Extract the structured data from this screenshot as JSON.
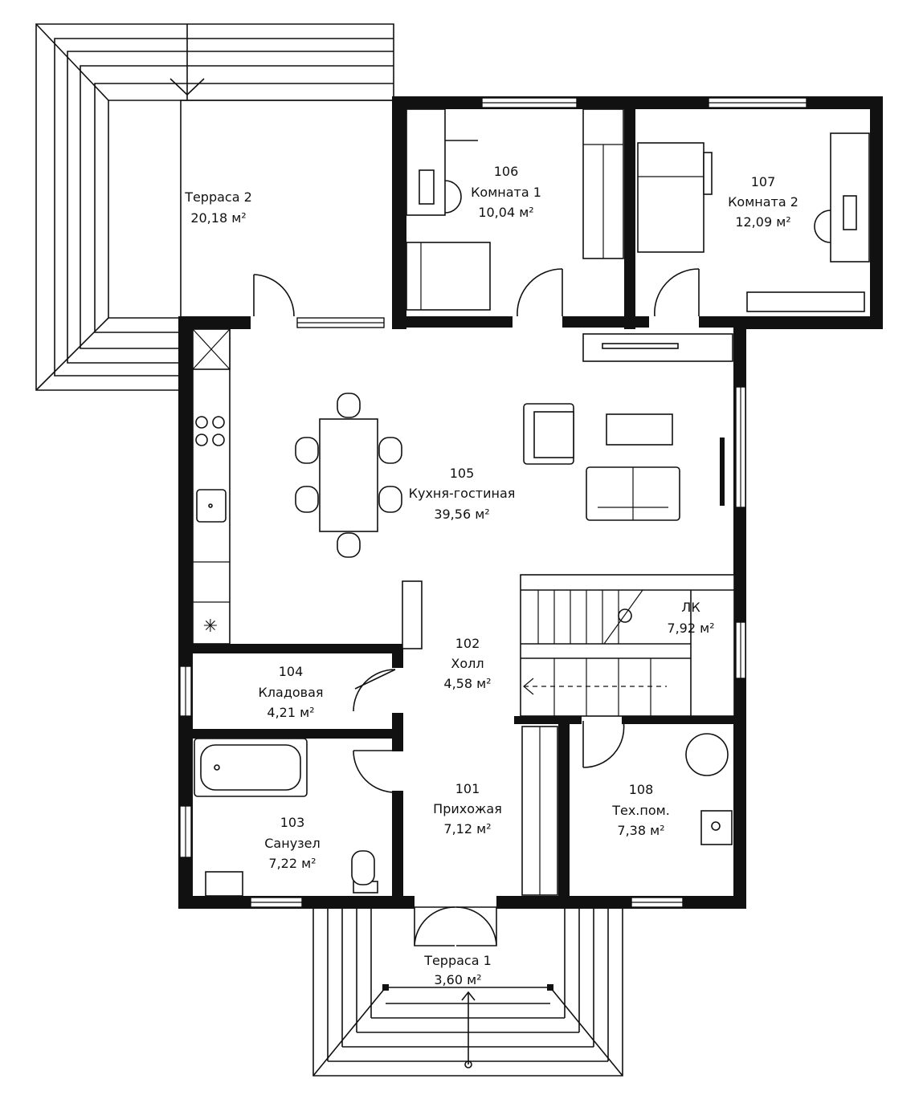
{
  "rooms": {
    "terrace2": {
      "name": "Терраса 2",
      "area": "20,18 м²"
    },
    "room106": {
      "number": "106",
      "name": "Комната 1",
      "area": "10,04 м²"
    },
    "room107": {
      "number": "107",
      "name": "Комната 2",
      "area": "12,09 м²"
    },
    "room105": {
      "number": "105",
      "name": "Кухня-гостиная",
      "area": "39,56 м²"
    },
    "stairs": {
      "name": "ЛК",
      "area": "7,92 м²"
    },
    "room102": {
      "number": "102",
      "name": "Холл",
      "area": "4,58 м²"
    },
    "room104": {
      "number": "104",
      "name": "Кладовая",
      "area": "4,21 м²"
    },
    "room101": {
      "number": "101",
      "name": "Прихожая",
      "area": "7,12 м²"
    },
    "room103": {
      "number": "103",
      "name": "Санузел",
      "area": "7,22 м²"
    },
    "room108": {
      "number": "108",
      "name": "Тех.пом.",
      "area": "7,38 м²"
    },
    "terrace1": {
      "name": "Терраса 1",
      "area": "3,60 м²"
    }
  }
}
